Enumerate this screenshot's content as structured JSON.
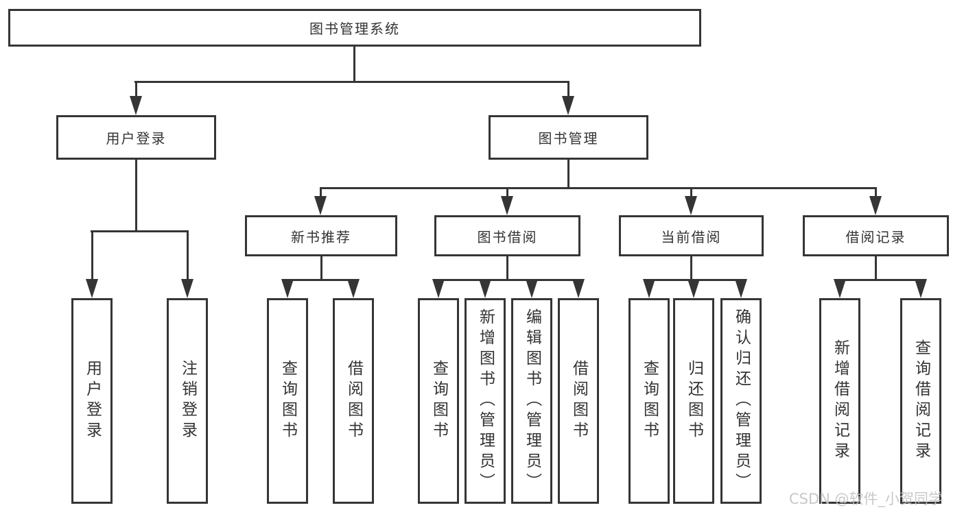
{
  "tree": {
    "root_label": "图书管理系统",
    "user_login": {
      "label": "用户登录",
      "children": [
        {
          "label": "用户登录"
        },
        {
          "label": "注销登录"
        }
      ]
    },
    "book_management": {
      "label": "图书管理",
      "groups": [
        {
          "label": "新书推荐",
          "children": [
            {
              "label": "查询图书"
            },
            {
              "label": "借阅图书"
            }
          ]
        },
        {
          "label": "图书借阅",
          "children": [
            {
              "label": "查询图书"
            },
            {
              "label": "新增图书（管理员）"
            },
            {
              "label": "编辑图书（管理员）"
            },
            {
              "label": "借阅图书"
            }
          ]
        },
        {
          "label": "当前借阅",
          "children": [
            {
              "label": "查询图书"
            },
            {
              "label": "归还图书"
            },
            {
              "label": "确认归还（管理员）"
            }
          ]
        },
        {
          "label": "借阅记录",
          "children": [
            {
              "label": "新增借阅记录"
            },
            {
              "label": "查询借阅记录"
            }
          ]
        }
      ]
    }
  },
  "watermark": "CSDN @软件_小贺同学",
  "colors": {
    "line": "#353535",
    "text": "#333333",
    "watermark": "#c3c3c3",
    "background": "#ffffff"
  }
}
